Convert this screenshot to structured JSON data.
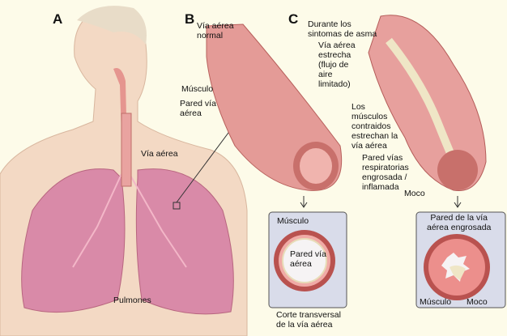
{
  "panels": {
    "a": {
      "letter": "A",
      "airway_label": "Vía aérea",
      "lungs_label": "Pulmones"
    },
    "b": {
      "letter": "B",
      "title": "Vía aérea\nnormal",
      "muscle_label": "Músculo",
      "wall_label": "Pared vía\naérea"
    },
    "c": {
      "letter": "C",
      "title": "Durante los\nsintomas de asma",
      "narrow_label": "Vía aérea\nestrecha\n(flujo de\naire\nlimitado)",
      "muscles_label": "Los\nmúsculos\ncontraidos\nestrechan la\nvía aérea",
      "wall_label": "Pared vías\nrespiratorias\nengrosada /\ninflamada",
      "mucus_label": "Moco"
    }
  },
  "cross_sections": {
    "normal": {
      "muscle_label": "Músculo",
      "wall_label": "Pared vía\naérea",
      "caption": "Corte transversal\nde la vía aérea"
    },
    "asthma": {
      "wall_label": "Pared de la vía\naérea engrosada",
      "muscle_label": "Músculo",
      "mucus_label": "Moco"
    }
  },
  "colors": {
    "background": "#fdfbe9",
    "lung": "#d98aa8",
    "airway": "#e39a96",
    "muscle": "#b9524f",
    "box": "#d9dcea",
    "mucus": "#efe6c6"
  }
}
